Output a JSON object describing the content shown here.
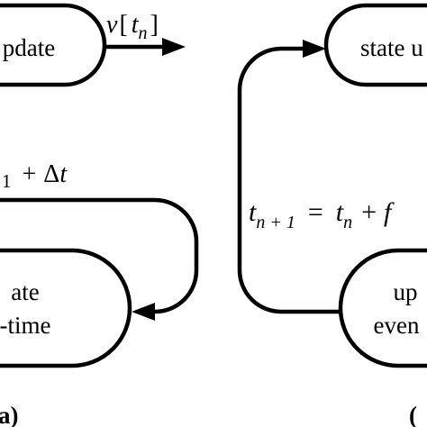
{
  "panel_a": {
    "top_box_label": "pdate",
    "output_signal": {
      "symbol": "v",
      "open_bracket": "[",
      "var": "t",
      "sub": "n",
      "close_bracket": "]"
    },
    "loop_label": {
      "prefix": "1",
      "plus": "+",
      "delta": "Δ",
      "t": "t"
    },
    "bottom_box_line1": "ate",
    "bottom_box_line2": "-time",
    "panel_tag": "a)"
  },
  "panel_b": {
    "top_box_label": "state u",
    "update_formula": {
      "t1": "t",
      "sub1": "n + 1",
      "eq": "=",
      "t2": "t",
      "sub2": "n",
      "plus": "+",
      "f": "f"
    },
    "bottom_box_line1": "up",
    "bottom_box_line2": "even",
    "panel_tag": "("
  }
}
